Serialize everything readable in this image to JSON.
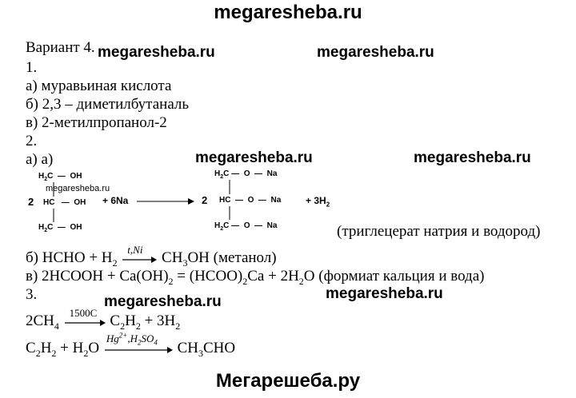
{
  "watermarks": {
    "top": "megaresheba.ru",
    "bottom": "Мегарешеба.ру",
    "repeat": "megaresheba.ru"
  },
  "doc": {
    "variant": "Вариант 4.",
    "q1_num": "1.",
    "q1_a": "а) муравьиная кислота",
    "q1_b": "б) 2,3 – диметилбутаналь",
    "q1_c": "в) 2-метилпропанол-2",
    "q2_num": "2.",
    "q2_a": "а) а)",
    "q2_a_note": "(триглецерат натрия и водород)",
    "q2_b": {
      "left": "б) HCHO + H",
      "sub1": "2",
      "cond": "t,Ni",
      "right": "CH",
      "sub2": "3",
      "tail": "OH (метанол)"
    },
    "q2_c": {
      "p1": "в) 2HCOOH + Ca(OH)",
      "s1": "2",
      "p2": " = (HCOO)",
      "s2": "2",
      "p3": "Ca + 2H",
      "s3": "2",
      "p4": "O (формиат кальция и вода)"
    },
    "q3_num": "3.",
    "q3_r1": {
      "p1": "2CH",
      "s1": "4",
      "cond": "1500C",
      "p2": "C",
      "s2": "2",
      "p3": "H",
      "s3": "2",
      "p4": " + 3H",
      "s4": "2"
    },
    "q3_r2": {
      "p1": "C",
      "s1": "2",
      "p2": "H",
      "s2": "2",
      "p3": " + H",
      "s3": "2",
      "p4": "O",
      "cond_a": "Hg",
      "cond_sup": "2+",
      "cond_b": ",H",
      "cond_s1": "2",
      "cond_c": "SO",
      "cond_s2": "4",
      "p5": "CH",
      "s5": "3",
      "p6": "CHO"
    }
  },
  "reaction": {
    "coef1": "2",
    "plus_na": "+ 6Na",
    "coef2": "2",
    "plus_h2": "+ 3H",
    "h2_sub": "2",
    "glycerol": [
      "H2C—OH",
      "HC—OH",
      "H2C—OH"
    ],
    "left_labels": {
      "h2c": "H",
      "two": "2",
      "c": "C",
      "oh": "OH",
      "hc": "HC"
    },
    "right_labels": {
      "o": "O",
      "na": "Na"
    }
  }
}
